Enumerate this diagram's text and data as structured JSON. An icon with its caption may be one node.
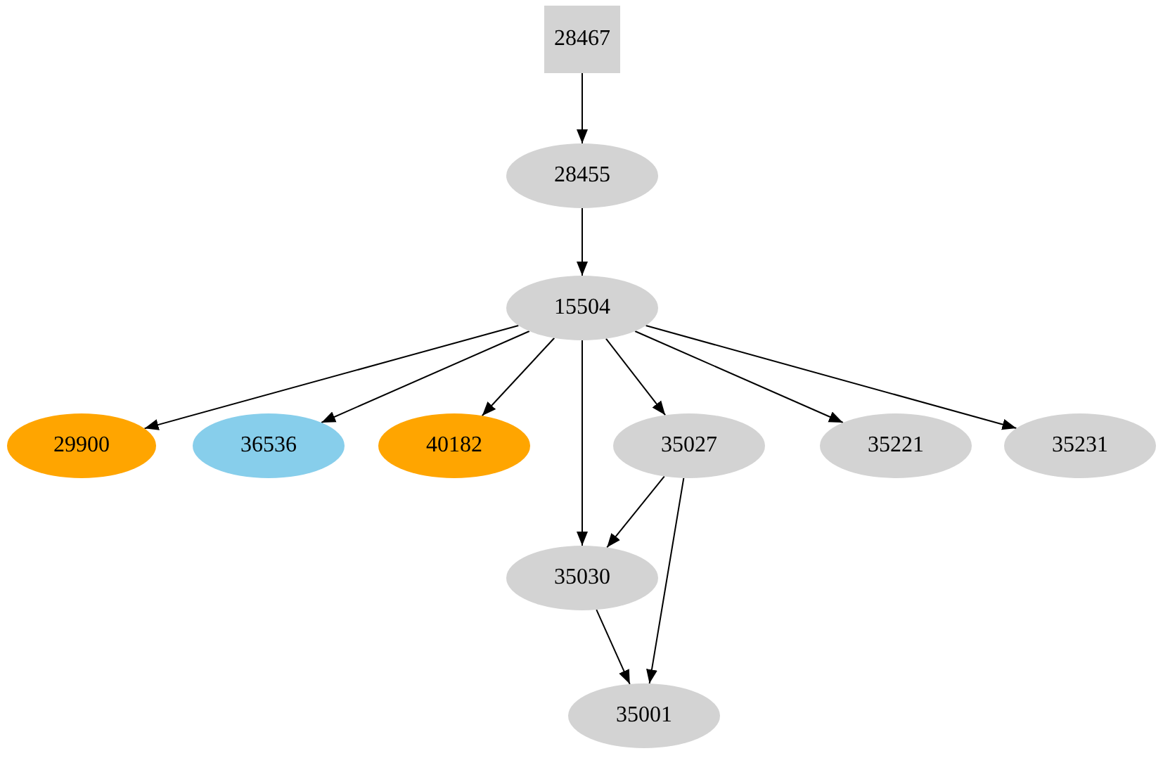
{
  "diagram": {
    "nodes": [
      {
        "text": [
          "28467"
        ]
      },
      {
        "text": [
          "28455"
        ]
      },
      {
        "text": [
          "15504"
        ]
      },
      {
        "text": [
          "29900"
        ]
      },
      {
        "text": [
          "36536"
        ]
      },
      {
        "text": [
          "40182"
        ]
      },
      {
        "text": [
          "35027"
        ]
      },
      {
        "text": [
          "35221"
        ]
      },
      {
        "text": [
          "35231"
        ]
      },
      {
        "text": [
          "35030"
        ]
      },
      {
        "text": [
          "35001"
        ]
      }
    ],
    "edges": [
      {
        "from": 0,
        "to": 1,
        "arrow": "to"
      },
      {
        "from": 1,
        "to": 2,
        "arrow": "to"
      },
      {
        "from": 2,
        "to": 3,
        "arrow": "to"
      },
      {
        "from": 2,
        "to": 4,
        "arrow": "to"
      },
      {
        "from": 2,
        "to": 5,
        "arrow": "to"
      },
      {
        "from": 2,
        "to": 9,
        "arrow": "to"
      },
      {
        "from": 2,
        "to": 6,
        "arrow": "to"
      },
      {
        "from": 2,
        "to": 7,
        "arrow": "to"
      },
      {
        "from": 2,
        "to": 8,
        "arrow": "to"
      },
      {
        "from": 6,
        "to": 9,
        "arrow": "to"
      },
      {
        "from": 6,
        "to": 10,
        "arrow": "to"
      },
      {
        "from": 9,
        "to": 10,
        "arrow": "to"
      }
    ]
  }
}
